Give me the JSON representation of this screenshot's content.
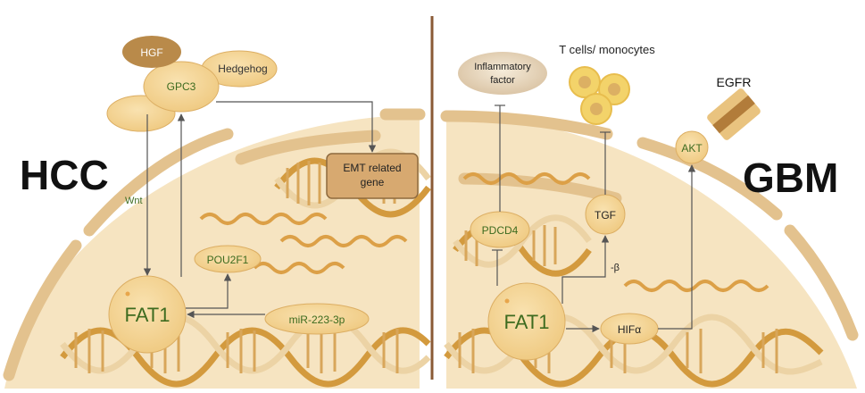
{
  "left_panel": {
    "title": "HCC",
    "wnt_label": "Wnt",
    "hgf_label": "HGF",
    "gpc3_label": "GPC3",
    "hedgehog_label": "Hedgehog",
    "emt_line1": "EMT related",
    "emt_line2": "gene",
    "pou2f1_label": "POU2F1",
    "fat1_label": "FAT1",
    "mir_label": "miR-223-3p"
  },
  "right_panel": {
    "title": "GBM",
    "inflammatory_line1": "Inflammatory",
    "inflammatory_line2": "factor",
    "tcells_label": "T cells/ monocytes",
    "egfr_label": "EGFR",
    "akt_label": "AKT",
    "pdcd4_label": "PDCD4",
    "tgf_label": "TGF",
    "beta_label": "-β",
    "fat1_label": "FAT1",
    "hif_label": "HIFα"
  },
  "colors": {
    "cytoplasm": "#f6e4c1",
    "membrane": "#e3c28e",
    "node_fill": "#f2d18f",
    "node_stroke": "#dcae63",
    "hgf_fill": "#b98a4a",
    "emt_fill": "#d7a970",
    "dna_dark": "#d39a3e",
    "dna_light": "#ecd3a5",
    "wave": "#dca047",
    "node_text": "#3d6b1f",
    "divider": "#8a5a35"
  }
}
